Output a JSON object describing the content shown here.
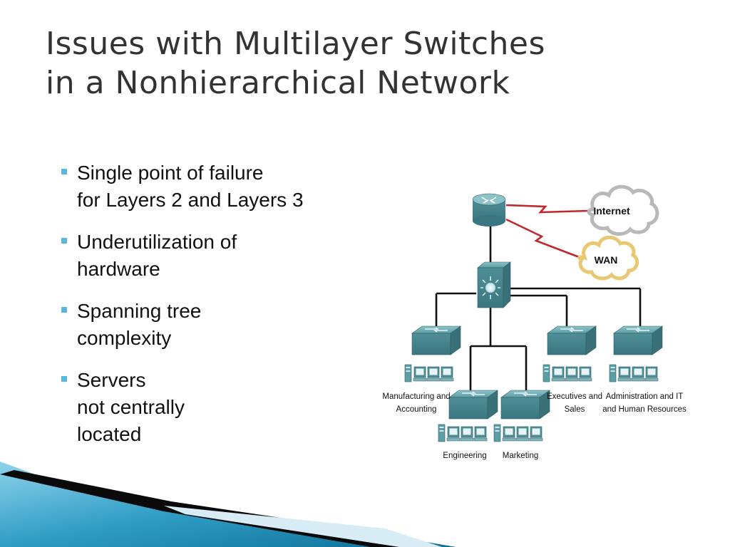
{
  "title": {
    "line1": "Issues with Multilayer Switches",
    "line2": "in a Nonhierarchical Network"
  },
  "bullets": [
    {
      "lines": [
        "Single point of failure",
        "for Layers 2 and Layers 3"
      ]
    },
    {
      "lines": [
        "Underutilization of",
        "hardware"
      ]
    },
    {
      "lines": [
        "Spanning tree",
        "complexity"
      ]
    },
    {
      "lines": [
        "Servers",
        "not centrally",
        "located"
      ]
    }
  ],
  "diagram": {
    "clouds": {
      "internet": "Internet",
      "wan": "WAN"
    },
    "groups": {
      "manufacturing": {
        "line1": "Manufacturing and",
        "line2": "Accounting"
      },
      "engineering": {
        "line1": "Engineering"
      },
      "marketing": {
        "line1": "Marketing"
      },
      "executives": {
        "line1": "Executives and",
        "line2": "Sales"
      },
      "admin": {
        "line1": "Administration and IT",
        "line2": "and Human Resources"
      }
    },
    "icons": [
      "router-icon",
      "multilayer-switch-icon",
      "switch-icon",
      "server-icon",
      "pc-icon",
      "cloud-icon",
      "serial-link-icon"
    ],
    "colors": {
      "device": "#4f8f98",
      "wan_link": "#c0282c",
      "cable": "#000000",
      "accent": "#5bb6d8"
    }
  }
}
